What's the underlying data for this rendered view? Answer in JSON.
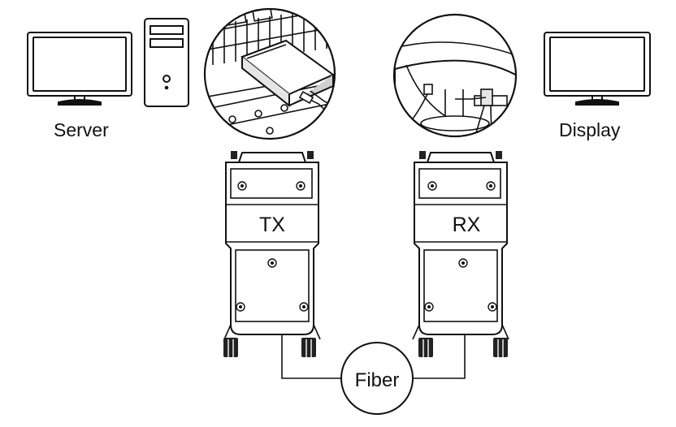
{
  "labels": {
    "server": "Server",
    "display": "Display",
    "tx": "TX",
    "rx": "RX",
    "fiber": "Fiber"
  },
  "colors": {
    "line": "#111111",
    "background": "#ffffff",
    "connector": "#222222"
  },
  "icons": {
    "server_monitor": "monitor-icon",
    "server_tower": "pc-tower-icon",
    "display_monitor": "monitor-icon",
    "tx_detail": "tx-installation-detail",
    "rx_detail": "rx-installation-detail"
  }
}
